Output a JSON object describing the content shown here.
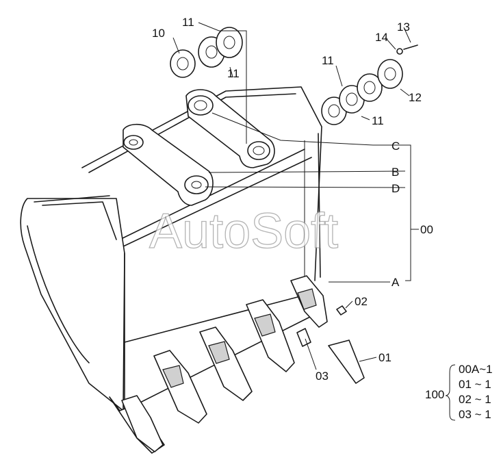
{
  "watermark": "AutoSoft",
  "callouts": {
    "p10": "10",
    "p11a": "11",
    "p11b": "11",
    "p11c": "11",
    "p11d": "11",
    "p12": "12",
    "p13": "13",
    "p14": "14",
    "p01": "01",
    "p02": "02",
    "p03": "03",
    "p00": "00",
    "A": "A",
    "B": "B",
    "C": "C",
    "D": "D"
  },
  "kit": {
    "number": "100",
    "items": [
      "00A~1",
      "01 ~ 1",
      "02 ~ 1",
      "03 ~ 1"
    ]
  }
}
